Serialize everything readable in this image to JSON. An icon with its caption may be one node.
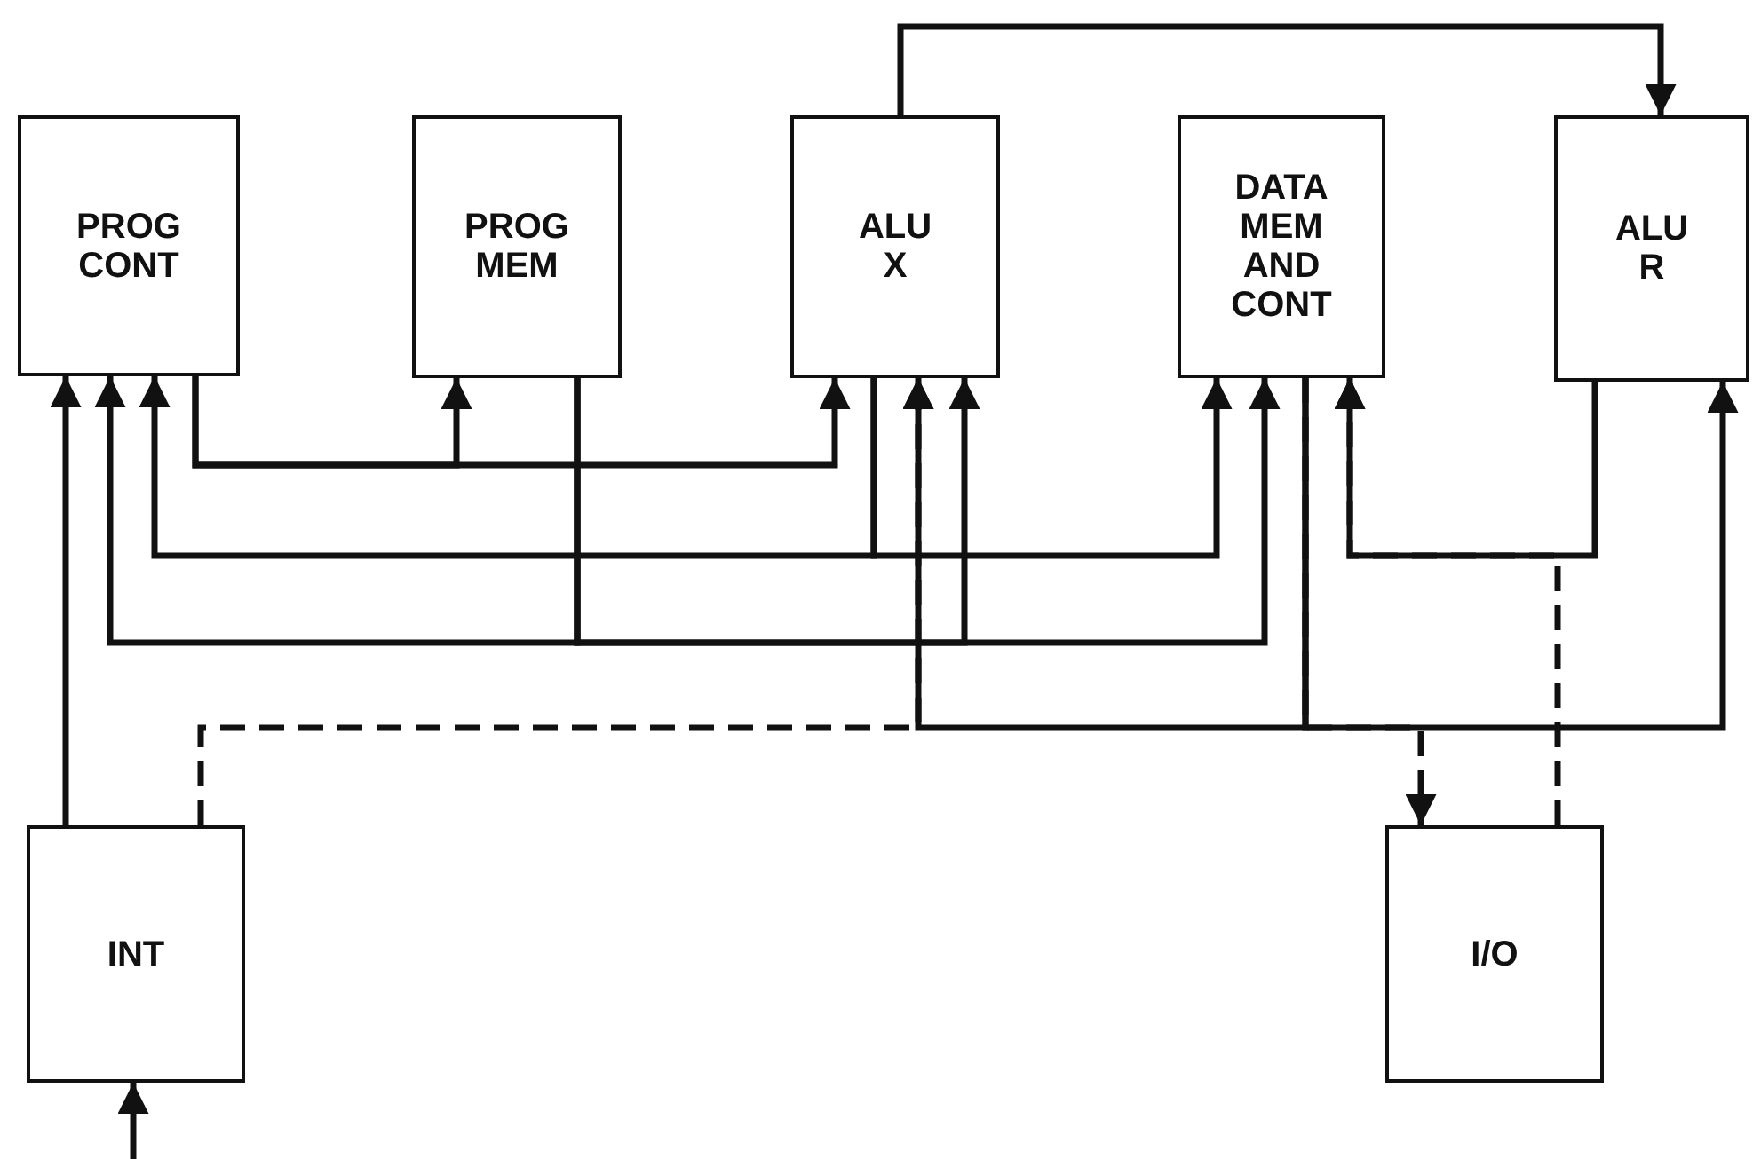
{
  "diagram": {
    "nodes": [
      {
        "text": [
          "PROG CONT"
        ]
      },
      {
        "text": [
          "PROG MEM"
        ]
      },
      {
        "text": [
          "ALU X"
        ]
      },
      {
        "text": [
          "DATA MEM AND CONT"
        ]
      },
      {
        "text": [
          "ALU R"
        ]
      },
      {
        "text": [
          "INT"
        ]
      },
      {
        "text": [
          "I/O"
        ]
      }
    ],
    "edges": [
      {
        "from": 0,
        "to": 1,
        "arrow": "to"
      },
      {
        "from": 0,
        "to": 2,
        "arrow": "to"
      },
      {
        "from": 2,
        "to": 0,
        "arrow": "to"
      },
      {
        "from": 2,
        "to": 3,
        "arrow": "to"
      },
      {
        "from": 1,
        "to": 0,
        "arrow": "to"
      },
      {
        "from": 1,
        "to": 2,
        "arrow": "to"
      },
      {
        "from": 1,
        "to": 3,
        "arrow": "to"
      },
      {
        "from": 3,
        "to": 2,
        "arrow": "to"
      },
      {
        "from": 3,
        "to": 4,
        "arrow": "to"
      },
      {
        "from": 3,
        "to": 6,
        "arrow": "to",
        "style": "dashed"
      },
      {
        "from": 5,
        "to": 2,
        "arrow": "to",
        "style": "dashed"
      },
      {
        "from": 4,
        "to": 3,
        "arrow": "to"
      },
      {
        "from": 6,
        "to": 3,
        "arrow": "to",
        "style": "dashed"
      },
      {
        "from": 5,
        "to": 0,
        "arrow": "to"
      },
      {
        "from": 2,
        "to": 4,
        "arrow": "to"
      },
      {
        "from": null,
        "to": 5,
        "arrow": "to"
      }
    ]
  }
}
